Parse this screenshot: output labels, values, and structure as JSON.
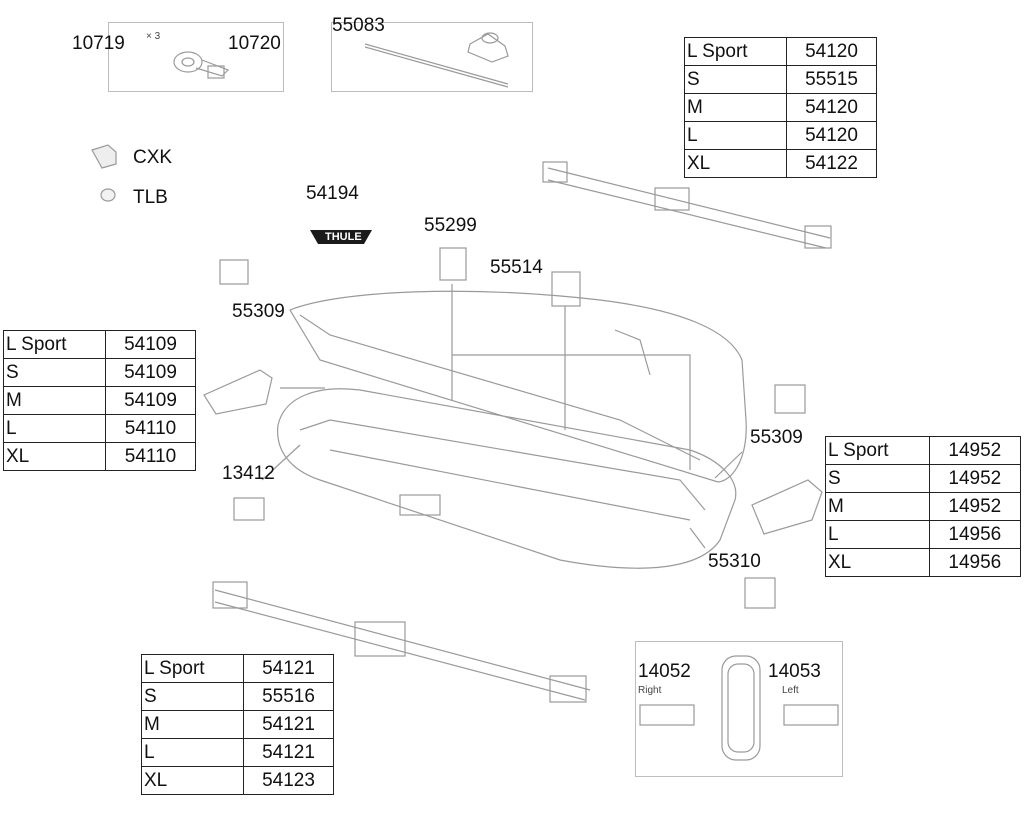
{
  "labels": {
    "p10719": "10719",
    "x3": "× 3",
    "p10720": "10720",
    "p55083": "55083",
    "cxk": "CXK",
    "tlb": "TLB",
    "p54194": "54194",
    "thule": "THULE",
    "p55299": "55299",
    "p55514": "55514",
    "p55309a": "55309",
    "p55309b": "55309",
    "p13412": "13412",
    "p55310": "55310",
    "p14052": "14052",
    "p14053": "14053",
    "right": "Right",
    "left": "Left"
  },
  "tables": {
    "top_right": [
      [
        "L Sport",
        "54120"
      ],
      [
        "S",
        "55515"
      ],
      [
        "M",
        "54120"
      ],
      [
        "L",
        "54120"
      ],
      [
        "XL",
        "54122"
      ]
    ],
    "left": [
      [
        "L Sport",
        "54109"
      ],
      [
        "S",
        "54109"
      ],
      [
        "M",
        "54109"
      ],
      [
        "L",
        "54110"
      ],
      [
        "XL",
        "54110"
      ]
    ],
    "right": [
      [
        "L Sport",
        "14952"
      ],
      [
        "S",
        "14952"
      ],
      [
        "M",
        "14952"
      ],
      [
        "L",
        "14956"
      ],
      [
        "XL",
        "14956"
      ]
    ],
    "bottom": [
      [
        "L Sport",
        "54121"
      ],
      [
        "S",
        "55516"
      ],
      [
        "M",
        "54121"
      ],
      [
        "L",
        "54121"
      ],
      [
        "XL",
        "54123"
      ]
    ]
  }
}
